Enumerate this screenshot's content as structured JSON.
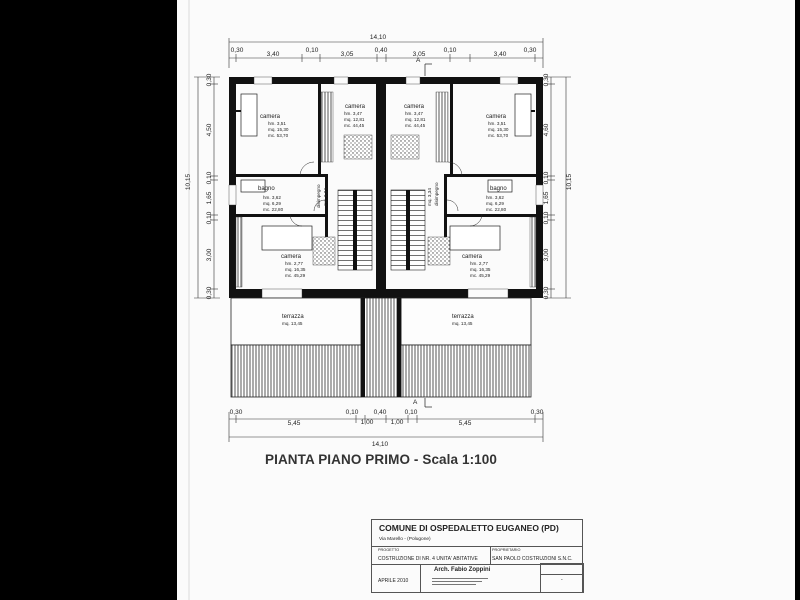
{
  "title": "PIANTA PIANO PRIMO - Scala 1:100",
  "dimensions": {
    "overall_width": "14,10",
    "top_segments": [
      "0,30",
      "3,40",
      "0,10",
      "3,05",
      "0,40",
      "3,05",
      "0,10",
      "3,40",
      "0,30"
    ],
    "bottom_segments": [
      "0,30",
      "5,45",
      "0,10",
      "0,40",
      "1,00",
      "1,00",
      "0,10",
      "5,45",
      "0,30"
    ],
    "overall_depth": "10,15",
    "left_segments": [
      "0,30",
      "4,50",
      "0,10",
      "1,65",
      "0,10",
      "3,00",
      "0,30"
    ],
    "right_segments": [
      "0,30",
      "4,60",
      "0,10",
      "1,65",
      "0,10",
      "3,00",
      "0,30"
    ]
  },
  "section_marker": "A",
  "rooms": [
    {
      "id": "camera-nw",
      "name": "camera",
      "hm": "hm. 3,51",
      "mq": "mq. 15,30",
      "mc": "mc. 53,70"
    },
    {
      "id": "camera-nc-left",
      "name": "camera",
      "hm": "hm. 3,47",
      "mq": "mq. 12,81",
      "mc": "mc. 44,45"
    },
    {
      "id": "camera-nc-right",
      "name": "camera",
      "hm": "hm. 3,47",
      "mq": "mq. 12,81",
      "mc": "mc. 44,45"
    },
    {
      "id": "camera-ne",
      "name": "camera",
      "hm": "hm. 3,51",
      "mq": "mq. 15,30",
      "mc": "mc. 53,70"
    },
    {
      "id": "bagno-left",
      "name": "bagno",
      "hm": "hm. 3,62",
      "mq": "mq. 6,29",
      "mc": "mc. 22,80"
    },
    {
      "id": "bagno-right",
      "name": "bagno",
      "hm": "hm. 3,62",
      "mq": "mq. 6,29",
      "mc": "mc. 22,80"
    },
    {
      "id": "camera-sw",
      "name": "camera",
      "hm": "hm. 2,77",
      "mq": "mq. 16,35",
      "mc": "mc. 45,29"
    },
    {
      "id": "camera-se",
      "name": "camera",
      "hm": "hm. 2,77",
      "mq": "mq. 16,35",
      "mc": "mc. 45,29"
    },
    {
      "id": "disimpegno-left",
      "name": "disimpegno",
      "mq": "mq. 3,34"
    },
    {
      "id": "disimpegno-right",
      "name": "disimpegno",
      "mq": "mq. 3,34"
    },
    {
      "id": "terrazza-left",
      "name": "terrazza",
      "mq": "mq. 13,45"
    },
    {
      "id": "terrazza-right",
      "name": "terrazza",
      "mq": "mq. 13,45"
    }
  ],
  "title_block": {
    "municipality": "COMUNE DI OSPEDALETTO EUGANEO (PD)",
    "address": "Via Marello - (Polugone)",
    "project_caption": "PROGETTO",
    "project": "COSTRUZIONE DI NR. 4 UNITA' ABITATIVE",
    "client_caption": "PROPRIETARIO",
    "client": "SAN PAOLO COSTRUZIONI S.N.C.",
    "date": "APRILE 2010",
    "architect": "Arch. Fabio Zoppini",
    "sheet": "-"
  }
}
